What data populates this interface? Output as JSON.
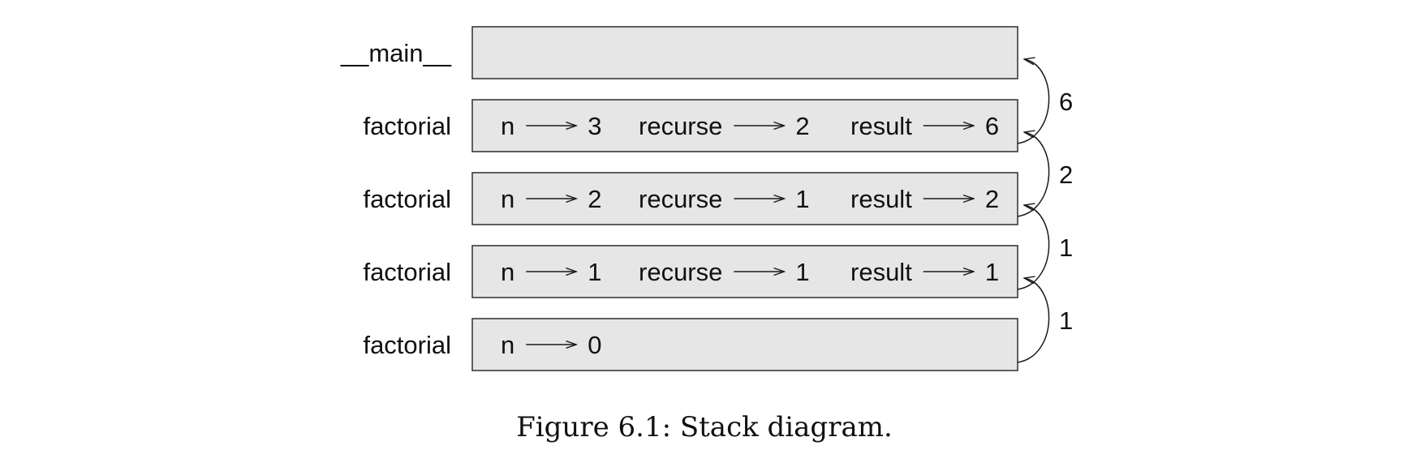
{
  "diagram": {
    "frames": [
      {
        "label": "__main__",
        "vars": []
      },
      {
        "label": "factorial",
        "vars": [
          {
            "name": "n",
            "value": "3"
          },
          {
            "name": "recurse",
            "value": "2"
          },
          {
            "name": "result",
            "value": "6"
          }
        ]
      },
      {
        "label": "factorial",
        "vars": [
          {
            "name": "n",
            "value": "2"
          },
          {
            "name": "recurse",
            "value": "1"
          },
          {
            "name": "result",
            "value": "2"
          }
        ]
      },
      {
        "label": "factorial",
        "vars": [
          {
            "name": "n",
            "value": "1"
          },
          {
            "name": "recurse",
            "value": "1"
          },
          {
            "name": "result",
            "value": "1"
          }
        ]
      },
      {
        "label": "factorial",
        "vars": [
          {
            "name": "n",
            "value": "0"
          }
        ]
      }
    ],
    "return_values": [
      "6",
      "2",
      "1",
      "1"
    ]
  },
  "caption": "Figure 6.1: Stack diagram."
}
